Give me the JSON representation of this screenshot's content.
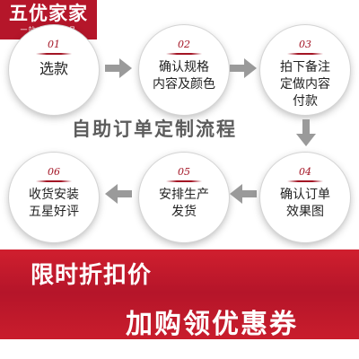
{
  "brand": {
    "name": "五优家家",
    "tagline": "一站式家居用品"
  },
  "process_title": "自助订单定制流程",
  "steps": [
    {
      "number": "01",
      "label": "选款"
    },
    {
      "number": "02",
      "label": "确认规格\n内容及颜色"
    },
    {
      "number": "03",
      "label": "拍下备注\n定做内容\n付款"
    },
    {
      "number": "04",
      "label": "确认订单\n效果图"
    },
    {
      "number": "05",
      "label": "安排生产\n发货"
    },
    {
      "number": "06",
      "label": "收货安装\n五星好评"
    }
  ],
  "promo": {
    "line1": "限时折扣价",
    "line2": "加购领优惠券"
  },
  "colors": {
    "brand_red": "#b5162a",
    "arrow_gray": "#9a9a9a",
    "title_gray": "#5c5c5c"
  }
}
